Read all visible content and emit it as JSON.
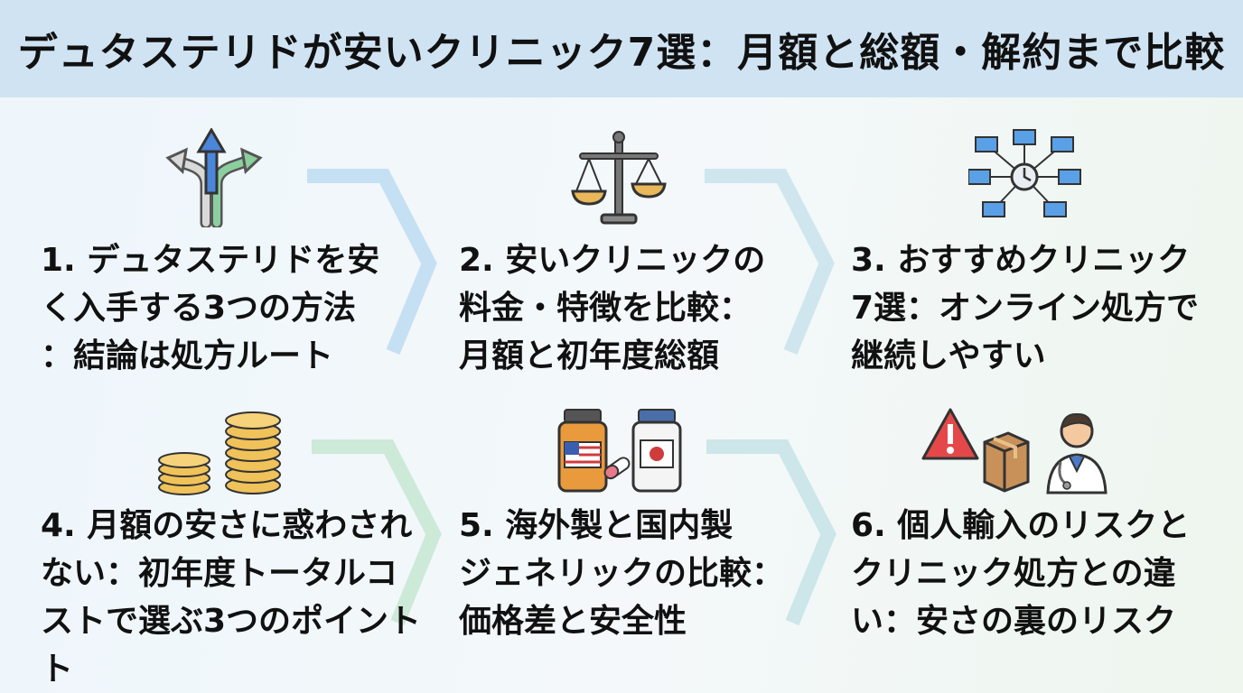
{
  "title": "デュタステリドが安いクリニック7選：月額と総額・解約まで比較",
  "steps": [
    {
      "label": "1. デュタステリドを安\nく入手する3つの方法\n：結論は処方ルート",
      "icon": "diverging-arrows-icon"
    },
    {
      "label": "2. 安いクリニックの\n料金・特徴を比較：\n月額と初年度総額",
      "icon": "balance-scale-icon"
    },
    {
      "label": "3. おすすめクリニック\n7選：オンライン処方で\n継続しやすい",
      "icon": "network-clock-icon"
    },
    {
      "label": "4. 月額の安さに惑わされ\nない：初年度トータルコ\nストで選ぶ3つのポイント\nト",
      "icon": "coin-stacks-icon"
    },
    {
      "label": "5. 海外製と国内製\nジェネリックの比較：\n価格差と安全性",
      "icon": "medicine-bottles-icon"
    },
    {
      "label": "6. 個人輸入のリスクと\nクリニック処方との違\nい：安さの裏のリスク",
      "icon": "warning-box-doctor-icon"
    }
  ],
  "colors": {
    "header_bg": "#cfe3f3",
    "chevron_blue": "#c6e0f3",
    "chevron_green": "#cde9d8"
  }
}
